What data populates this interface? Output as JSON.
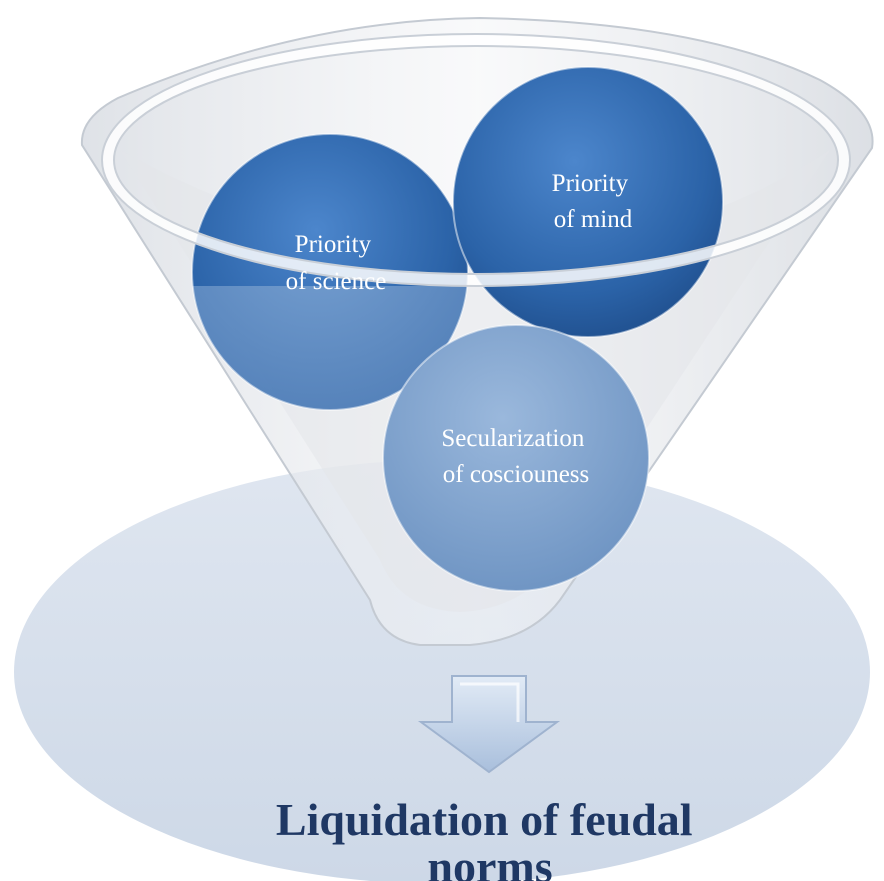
{
  "diagram": {
    "inputs": [
      {
        "lines": [
          "Priority",
          "of science"
        ]
      },
      {
        "lines": [
          "Priority",
          "of mind"
        ]
      },
      {
        "lines": [
          "Secularization",
          "of cosciouness"
        ]
      }
    ],
    "result": {
      "lines": [
        "Liquidation of feudal",
        "norms"
      ]
    }
  },
  "colors": {
    "base_ellipse": "#d5deeb",
    "funnel_glass": "#e8ebef",
    "circle_dark": "#2b63a8",
    "circle_mid": "#4a7fbf",
    "circle_light": "#7fa3cc",
    "arrow": "#c9d8ec",
    "result_text": "#1f3864",
    "circle_text": "#ffffff"
  }
}
